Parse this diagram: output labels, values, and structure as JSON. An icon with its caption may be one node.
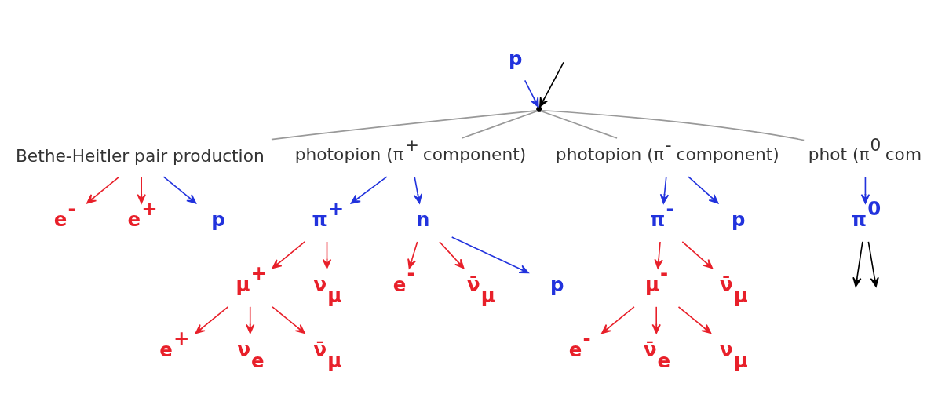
{
  "diagram": {
    "nodes": [
      {
        "text": [
          "p"
        ]
      },
      {
        "text": [],
        "shape": "point"
      },
      {
        "text": [
          "Bethe-Heitler pair production"
        ]
      },
      {
        "text": [
          "photopion (π$^{+}$ component)"
        ]
      },
      {
        "text": [
          "photopion (π$^{-}$ component)"
        ]
      },
      {
        "text": [
          "phot (π$^{0}$ com"
        ]
      },
      {
        "text": [
          "e$^{-}$"
        ]
      },
      {
        "text": [
          "e$^{+}$"
        ]
      },
      {
        "text": [
          "p"
        ]
      },
      {
        "text": [
          "π$^{+}$"
        ]
      },
      {
        "text": [
          "n"
        ]
      },
      {
        "text": [
          "μ$^{+}$"
        ]
      },
      {
        "text": [
          "ν$_{μ}$"
        ]
      },
      {
        "text": [
          "e$^{+}$"
        ]
      },
      {
        "text": [
          "ν$_{e}$"
        ]
      },
      {
        "text": [
          "ν̄$_{μ}$"
        ]
      },
      {
        "text": [
          "e$^{-}$"
        ]
      },
      {
        "text": [
          "ν̄$_{μ}$"
        ]
      },
      {
        "text": [
          "p"
        ]
      },
      {
        "text": [
          "π$^{-}$"
        ]
      },
      {
        "text": [
          "p"
        ]
      },
      {
        "text": [
          "μ$^{-}$"
        ]
      },
      {
        "text": [
          "ν̄$_{μ}$"
        ]
      },
      {
        "text": [
          "e$^{-}$"
        ]
      },
      {
        "text": [
          "ν̄$_{e}$"
        ]
      },
      {
        "text": [
          "ν$_{μ}$"
        ]
      },
      {
        "text": [
          "π$^{0}$"
        ]
      }
    ],
    "edges": [
      {
        "from": 0,
        "to": 1,
        "arrow": "to",
        "color": "#2233dd"
      },
      {
        "from": null,
        "to": 1,
        "arrow": "to",
        "color": "#000000"
      },
      {
        "from": 1,
        "to": 2,
        "arrow": "none",
        "color": "#999999"
      },
      {
        "from": 1,
        "to": 3,
        "arrow": "none",
        "color": "#999999"
      },
      {
        "from": 1,
        "to": 4,
        "arrow": "none",
        "color": "#999999"
      },
      {
        "from": 1,
        "to": 5,
        "arrow": "none",
        "color": "#999999"
      },
      {
        "from": 2,
        "to": 6,
        "arrow": "to"
      },
      {
        "from": 2,
        "to": 7,
        "arrow": "to"
      },
      {
        "from": 2,
        "to": 8,
        "arrow": "to",
        "color": "#2233dd"
      },
      {
        "from": 3,
        "to": 9,
        "arrow": "to",
        "color": "#2233dd"
      },
      {
        "from": 3,
        "to": 10,
        "arrow": "to",
        "color": "#2233dd"
      },
      {
        "from": 9,
        "to": 11,
        "arrow": "to"
      },
      {
        "from": 9,
        "to": 12,
        "arrow": "to"
      },
      {
        "from": 11,
        "to": 13,
        "arrow": "to"
      },
      {
        "from": 11,
        "to": 14,
        "arrow": "to"
      },
      {
        "from": 11,
        "to": 15,
        "arrow": "to"
      },
      {
        "from": 10,
        "to": 16,
        "arrow": "to"
      },
      {
        "from": 10,
        "to": 17,
        "arrow": "to"
      },
      {
        "from": 10,
        "to": 18,
        "arrow": "to",
        "color": "#2233dd"
      },
      {
        "from": 4,
        "to": 19,
        "arrow": "to",
        "color": "#2233dd"
      },
      {
        "from": 4,
        "to": 20,
        "arrow": "to",
        "color": "#2233dd"
      },
      {
        "from": 19,
        "to": 21,
        "arrow": "to"
      },
      {
        "from": 19,
        "to": 22,
        "arrow": "to"
      },
      {
        "from": 21,
        "to": 23,
        "arrow": "to"
      },
      {
        "from": 21,
        "to": 24,
        "arrow": "to"
      },
      {
        "from": 21,
        "to": 25,
        "arrow": "to"
      },
      {
        "from": 5,
        "to": 26,
        "arrow": "to",
        "color": "#2233dd"
      },
      {
        "from": 26,
        "to": null,
        "arrow": "to",
        "color": "#000000"
      },
      {
        "from": 26,
        "to": null,
        "arrow": "to",
        "color": "#000000"
      }
    ]
  }
}
